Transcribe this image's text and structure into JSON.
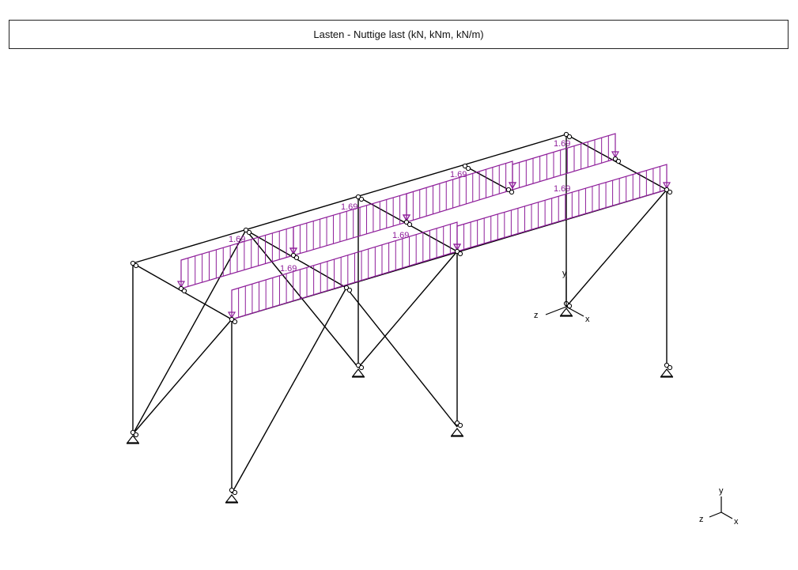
{
  "title": "Lasten - Nuttige last (kN, kNm, kN/m)",
  "load_color": "#8e1e9a",
  "member_color": "#000000",
  "axes_local": {
    "y": "y",
    "z": "z",
    "x": "x"
  },
  "axes_global": {
    "y": "y",
    "z": "z",
    "x": "x"
  },
  "loads": [
    {
      "id": "beam-1",
      "value_label": "1.69"
    },
    {
      "id": "beam-2",
      "value_label": "1.69"
    },
    {
      "id": "beam-3",
      "value_label": "1.69"
    },
    {
      "id": "beam-4",
      "value_label": "1.69"
    },
    {
      "id": "beam-5",
      "value_label": "1.69"
    },
    {
      "id": "beam-6",
      "value_label": "1.69"
    }
  ]
}
